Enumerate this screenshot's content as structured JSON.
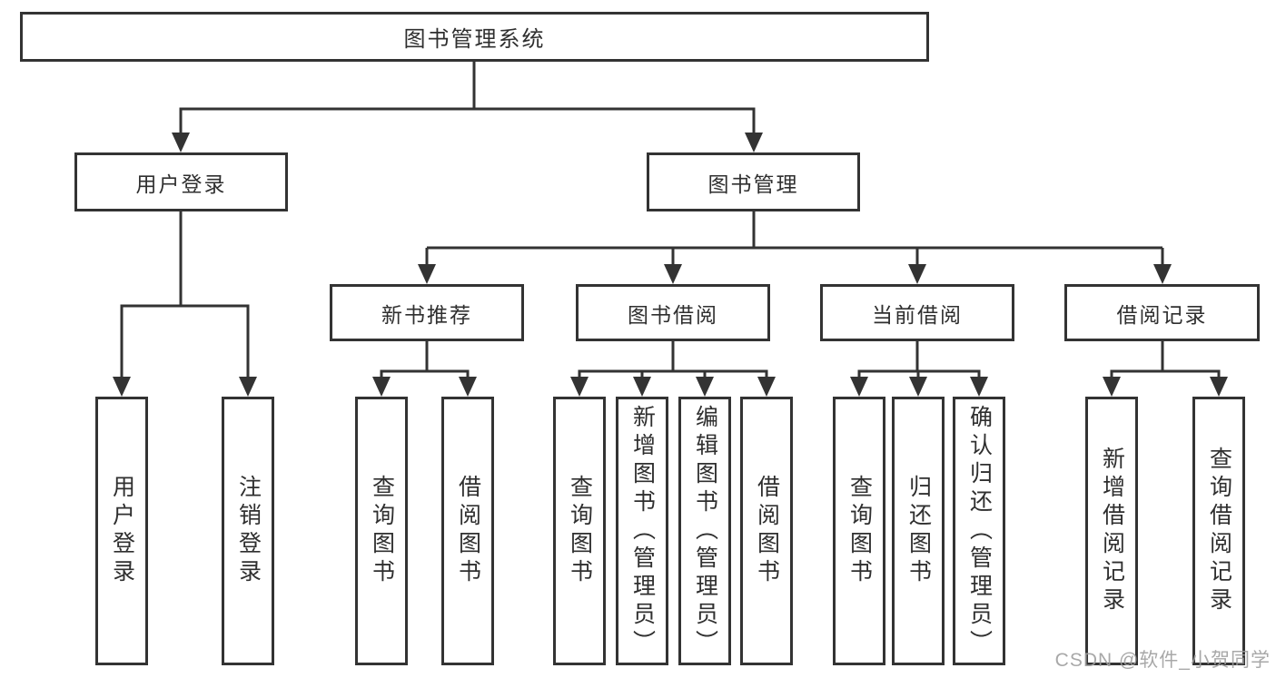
{
  "diagram": {
    "root": {
      "label": "图书管理系统"
    },
    "branches": [
      {
        "label": "用户登录",
        "children": [
          {
            "label": "用户登录"
          },
          {
            "label": "注销登录"
          }
        ]
      },
      {
        "label": "图书管理",
        "children": [
          {
            "label": "新书推荐",
            "children": [
              {
                "label": "查询图书"
              },
              {
                "label": "借阅图书"
              }
            ]
          },
          {
            "label": "图书借阅",
            "children": [
              {
                "label": "查询图书"
              },
              {
                "label": "新增图书（管理员）"
              },
              {
                "label": "编辑图书（管理员）"
              },
              {
                "label": "借阅图书"
              }
            ]
          },
          {
            "label": "当前借阅",
            "children": [
              {
                "label": "查询图书"
              },
              {
                "label": "归还图书"
              },
              {
                "label": "确认归还（管理员）"
              }
            ]
          },
          {
            "label": "借阅记录",
            "children": [
              {
                "label": "新增借阅记录"
              },
              {
                "label": "查询借阅记录"
              }
            ]
          }
        ]
      }
    ]
  },
  "colors": {
    "line": "#333333",
    "box_border": "#333333",
    "text": "#2f2f2f",
    "watermark": "#9e9e9e",
    "background": "#ffffff"
  },
  "watermark": {
    "text": "CSDN @软件_小贺同学"
  }
}
